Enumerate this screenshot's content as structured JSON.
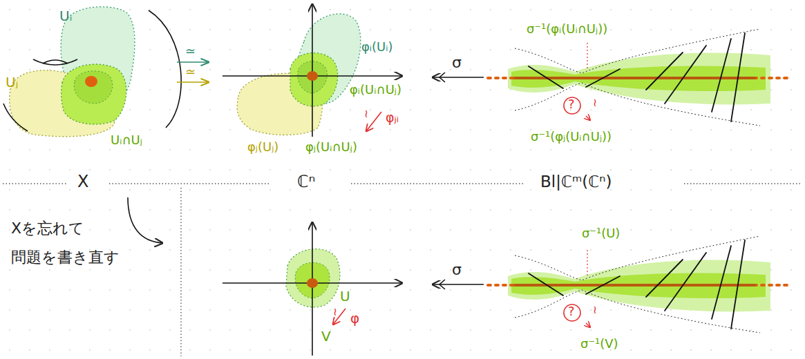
{
  "diagram": {
    "labels": [
      "Uᵢ",
      "Uⱼ",
      "Uᵢ∩Uⱼ",
      "≃",
      "≃",
      "φᵢ(Uᵢ)",
      "φᵢ(Uᵢ∩Uⱼ)",
      "≀",
      "φⱼᵢ",
      "φⱼ(Uⱼ)",
      "φⱼ(Uᵢ∩Uⱼ)",
      "σ",
      "σ⁻¹(φᵢ(Uᵢ∩Uⱼ))",
      "?",
      "≀",
      "σ⁻¹(φⱼ(Uᵢ∩Uⱼ))",
      "X",
      "ℂⁿ",
      "Bl|ℂᵐ(ℂⁿ)",
      "Xを忘れて 問題を書き直す",
      "U",
      "≀",
      "φ",
      "V",
      "σ",
      "σ⁻¹(U)",
      "?",
      "≀",
      "σ⁻¹(V)"
    ]
  }
}
